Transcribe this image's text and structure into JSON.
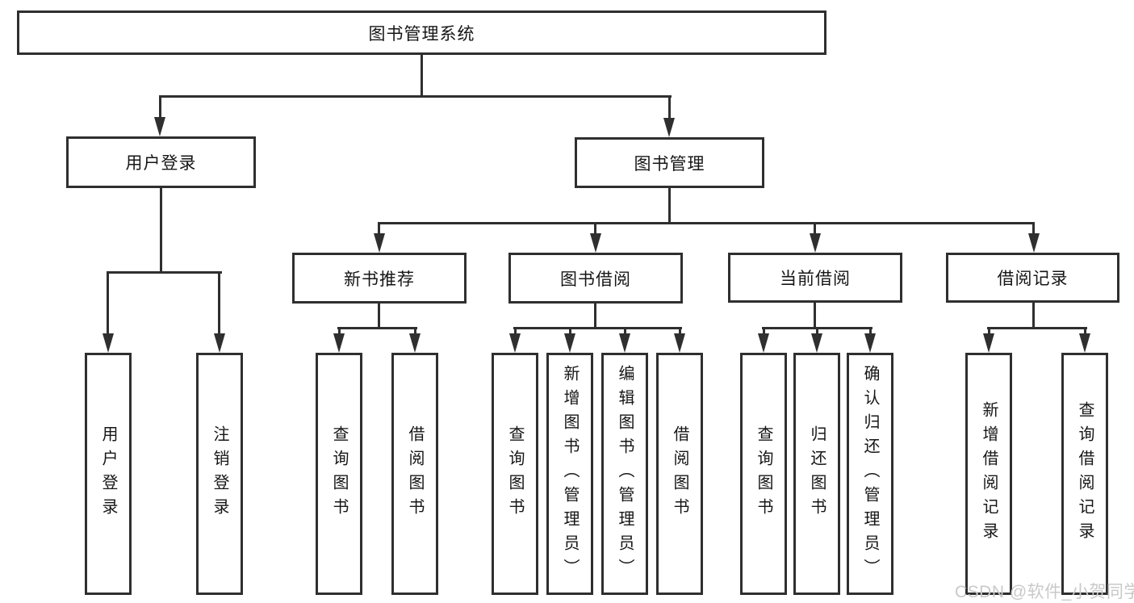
{
  "diagram": {
    "root": {
      "label": "图书管理系统"
    },
    "level2": [
      {
        "label": "用户登录"
      },
      {
        "label": "图书管理"
      }
    ],
    "level3": [
      {
        "label": "新书推荐"
      },
      {
        "label": "图书借阅"
      },
      {
        "label": "当前借阅"
      },
      {
        "label": "借阅记录"
      }
    ],
    "leaves": [
      {
        "label": "用户登录"
      },
      {
        "label": "注销登录"
      },
      {
        "label": "查询图书"
      },
      {
        "label": "借阅图书"
      },
      {
        "label": "查询图书"
      },
      {
        "label": "新增图书（管理员）"
      },
      {
        "label": "编辑图书（管理员）"
      },
      {
        "label": "借阅图书"
      },
      {
        "label": "查询图书"
      },
      {
        "label": "归还图书"
      },
      {
        "label": "确认归还（管理员）"
      },
      {
        "label": "新增借阅记录"
      },
      {
        "label": "查询借阅记录"
      }
    ]
  },
  "watermark": {
    "text": "CSDN @软件_小贺同学"
  },
  "colors": {
    "line": "#2f2f2f",
    "text": "#161616",
    "watermark": "#c9c9c9",
    "background": "#ffffff"
  }
}
